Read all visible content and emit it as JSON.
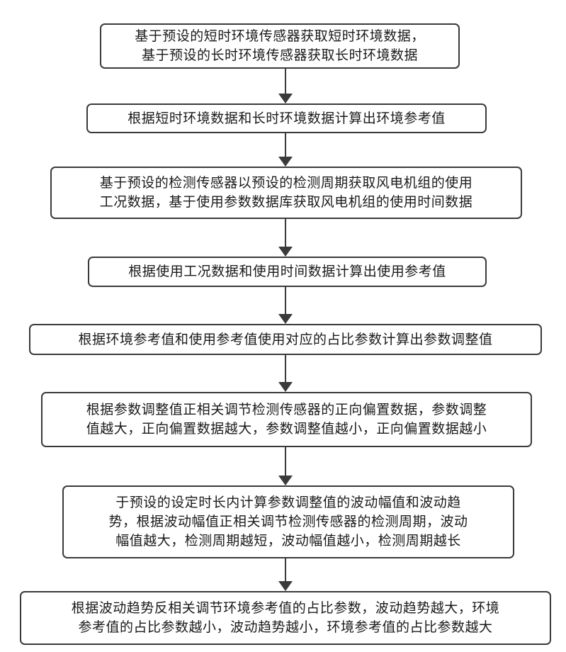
{
  "flowchart": {
    "steps": [
      "基于预设的短时环境传感器获取短时环境数据，\n基于预设的长时环境传感器获取长时环境数据",
      "根据短时环境数据和长时环境数据计算出环境参考值",
      "基于预设的检测传感器以预设的检测周期获取风电机组的使用\n工况数据，基于使用参数数据库获取风电机组的使用时间数据",
      "根据使用工况数据和使用时间数据计算出使用参考值",
      "根据环境参考值和使用参考值使用对应的占比参数计算出参数调整值",
      "根据参数调整值正相关调节检测传感器的正向偏置数据，参数调整\n值越大，正向偏置数据越大，参数调整值越小，正向偏置数据越小",
      "于预设的设定时长内计算参数调整值的波动幅值和波动趋\n势，根据波动幅值正相关调节检测传感器的检测周期，波动\n幅值越大，检测周期越短，波动幅值越小，检测周期越长",
      "根据波动趋势反相关调节环境参考值的占比参数，波动趋势越大，环境\n参考值的占比参数越小，波动趋势越小，环境参考值的占比参数越大"
    ],
    "arrow_color": "#3a3a3a",
    "border_color": "#3a3a3a"
  }
}
